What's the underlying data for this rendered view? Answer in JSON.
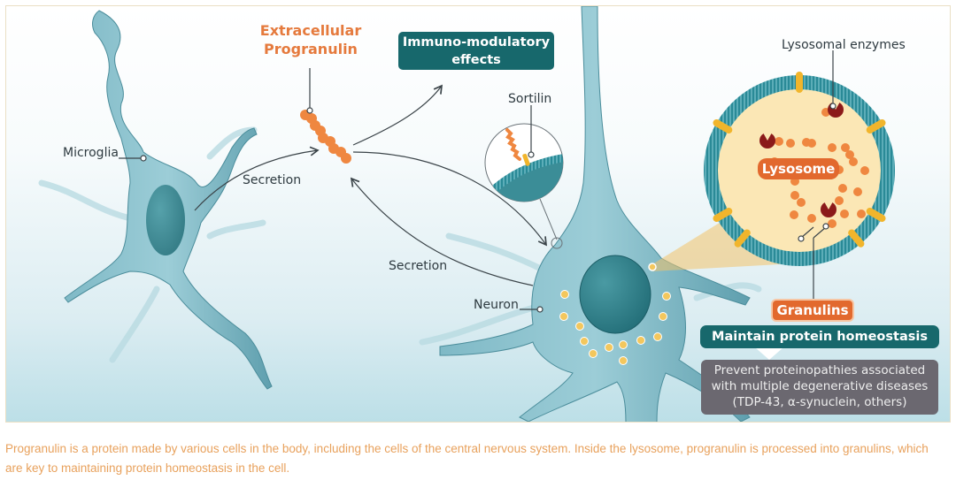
{
  "diagram": {
    "title": "Progranulin pathway",
    "labels": {
      "microglia": "Microglia",
      "neuron": "Neuron",
      "secretion_microglia": "Secretion",
      "secretion_neuron": "Secretion",
      "extracellular_progranulin_line1": "Extracellular",
      "extracellular_progranulin_line2": "Progranulin",
      "immuno_line1": "Immuno-modulatory",
      "immuno_line2": "effects",
      "sortilin": "Sortilin",
      "lysosomal_enzymes": "Lysosomal enzymes",
      "lysosome": "Lysosome",
      "granulins": "Granulins",
      "maintain": "Maintain protein homeostasis",
      "prevent_line1": "Prevent proteinopathies associated",
      "prevent_line2": "with multiple degenerative diseases",
      "prevent_line3": "(TDP-43, α-synuclein, others)"
    },
    "colors": {
      "cell": "#5fa3b3",
      "nucleus": "#2f7f88",
      "progranulin": "#ef8740",
      "teal_box": "#17686c",
      "granulin_box": "#e2692e",
      "grey_box": "#6b6870",
      "lysosome_fill": "#fbe7b5",
      "membrane": "#2a8a97",
      "vesicle": "#f3c75d",
      "enzyme": "#8b1a1a"
    }
  },
  "caption": "Progranulin is a protein made by various cells in the body, including the cells of the central nervous system. Inside the lysosome, progranulin is processed into granulins, which are key to maintaining protein homeostasis in the cell."
}
